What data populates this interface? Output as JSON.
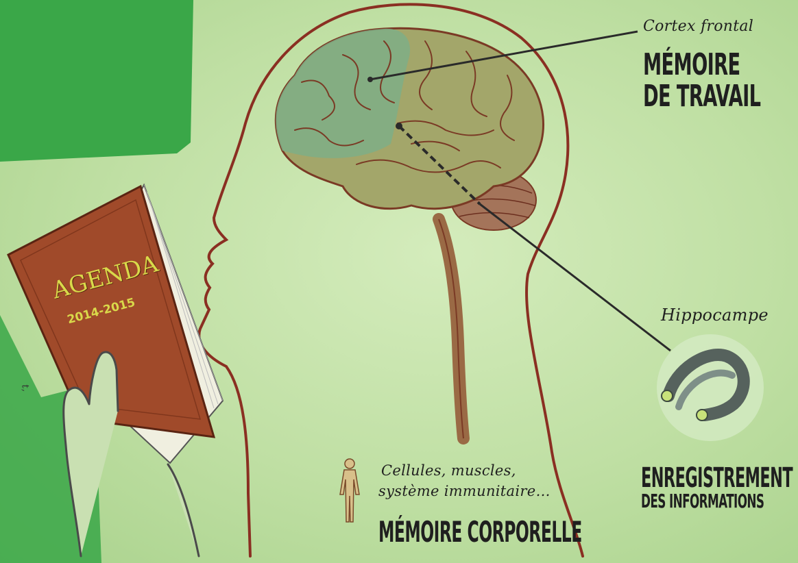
{
  "labels": {
    "cortex": {
      "script": "Cortex frontal",
      "title_line1": "MÉMOIRE",
      "title_line2": "DE TRAVAIL"
    },
    "hippocampus": {
      "script": "Hippocampe",
      "title_line1": "ENREGISTREMENT",
      "title_line2": "DES INFORMATIONS"
    },
    "body_memory": {
      "script_line1": "Cellules, muscles,",
      "script_line2": "système immunitaire…",
      "title": "MÉMOIRE CORPORELLE"
    },
    "agenda": {
      "title": "AGENDA",
      "year": "2014-2015"
    },
    "margin_fragment": "t,"
  },
  "icons": [
    {
      "name": "head-silhouette"
    },
    {
      "name": "brain-illustration"
    },
    {
      "name": "hippocampus-icon"
    },
    {
      "name": "human-figure-icon"
    },
    {
      "name": "agenda-book-icon"
    },
    {
      "name": "hand-icon"
    }
  ],
  "colors": {
    "background": "#bfdfa3",
    "dark_green_corner": "#3aa748",
    "outline": "#8a2f22",
    "brain_green": "#7fae86",
    "brain_tan": "#a3a66a",
    "book_cover": "#a04a2a",
    "agenda_text": "#d9d94a",
    "hippocampus_gray": "#6e7f79"
  }
}
